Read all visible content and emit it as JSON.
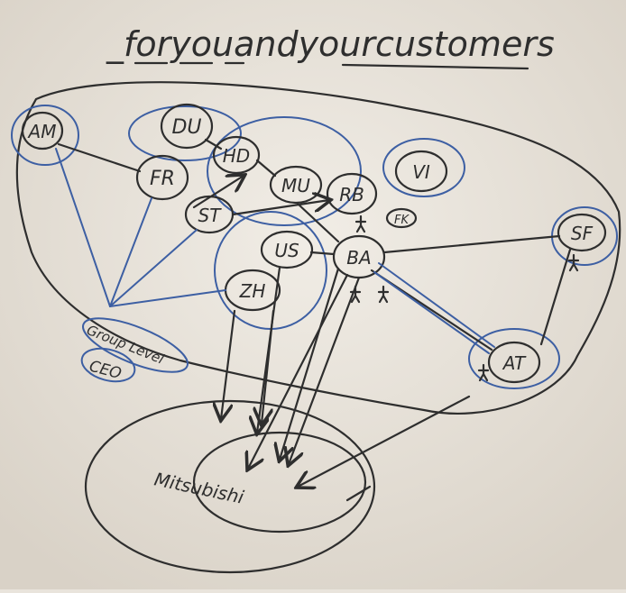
{
  "title": "_foryouandyourcustomers",
  "colors": {
    "paper": "#ece7df",
    "ink": "#2e2e2e",
    "blue_ink": "#3d5fa3"
  },
  "nodes": {
    "AM": "AM",
    "DU": "DU",
    "FR": "FR",
    "HD": "HD",
    "MU": "MU",
    "ST": "ST",
    "RB": "RB",
    "VI": "VI",
    "US": "US",
    "BA": "BA",
    "ZH": "ZH",
    "SF": "SF",
    "AT": "AT"
  },
  "labels": {
    "fk": "FK",
    "group_level": "Group Level",
    "ceo": "CEO",
    "client": "Mitsubishi"
  }
}
